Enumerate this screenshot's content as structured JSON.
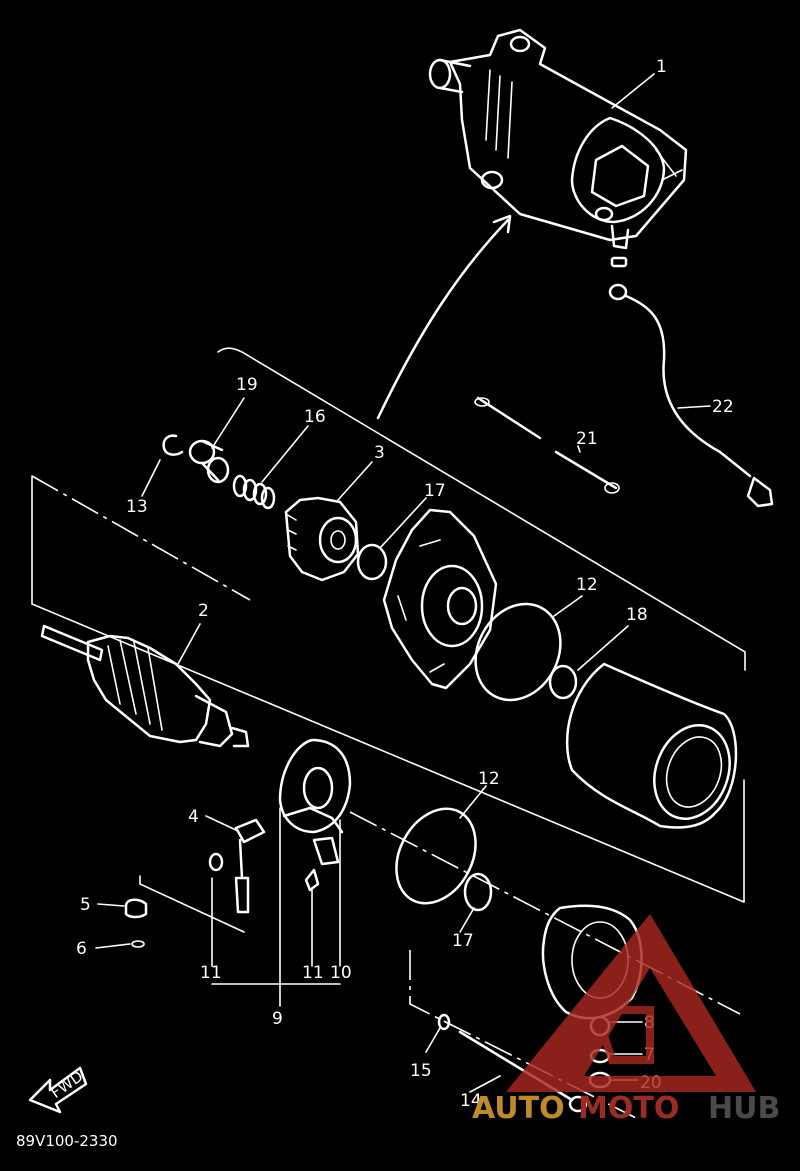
{
  "diagram_code": "89V100-2330",
  "fwd_label": "FWD",
  "callouts": [
    {
      "id": "c1",
      "text": "1"
    },
    {
      "id": "c2",
      "text": "2"
    },
    {
      "id": "c3",
      "text": "3"
    },
    {
      "id": "c4",
      "text": "4"
    },
    {
      "id": "c5",
      "text": "5"
    },
    {
      "id": "c6",
      "text": "6"
    },
    {
      "id": "c7",
      "text": "7"
    },
    {
      "id": "c8",
      "text": "8"
    },
    {
      "id": "c9",
      "text": "9"
    },
    {
      "id": "c10",
      "text": "10"
    },
    {
      "id": "c11a",
      "text": "11"
    },
    {
      "id": "c11b",
      "text": "11"
    },
    {
      "id": "c12a",
      "text": "12"
    },
    {
      "id": "c12b",
      "text": "12"
    },
    {
      "id": "c13",
      "text": "13"
    },
    {
      "id": "c14",
      "text": "14"
    },
    {
      "id": "c15",
      "text": "15"
    },
    {
      "id": "c16",
      "text": "16"
    },
    {
      "id": "c17a",
      "text": "17"
    },
    {
      "id": "c17b",
      "text": "17"
    },
    {
      "id": "c18",
      "text": "18"
    },
    {
      "id": "c19",
      "text": "19"
    },
    {
      "id": "c20",
      "text": "20"
    },
    {
      "id": "c21",
      "text": "21"
    },
    {
      "id": "c22",
      "text": "22"
    }
  ],
  "watermark": {
    "part1": "AUTO",
    "part2": "MOTO",
    "part3": "HUB",
    "color1": "#c0892a",
    "color2": "#9b2b23",
    "color3": "#4a4a4a",
    "logo_color": "#a8281f"
  }
}
